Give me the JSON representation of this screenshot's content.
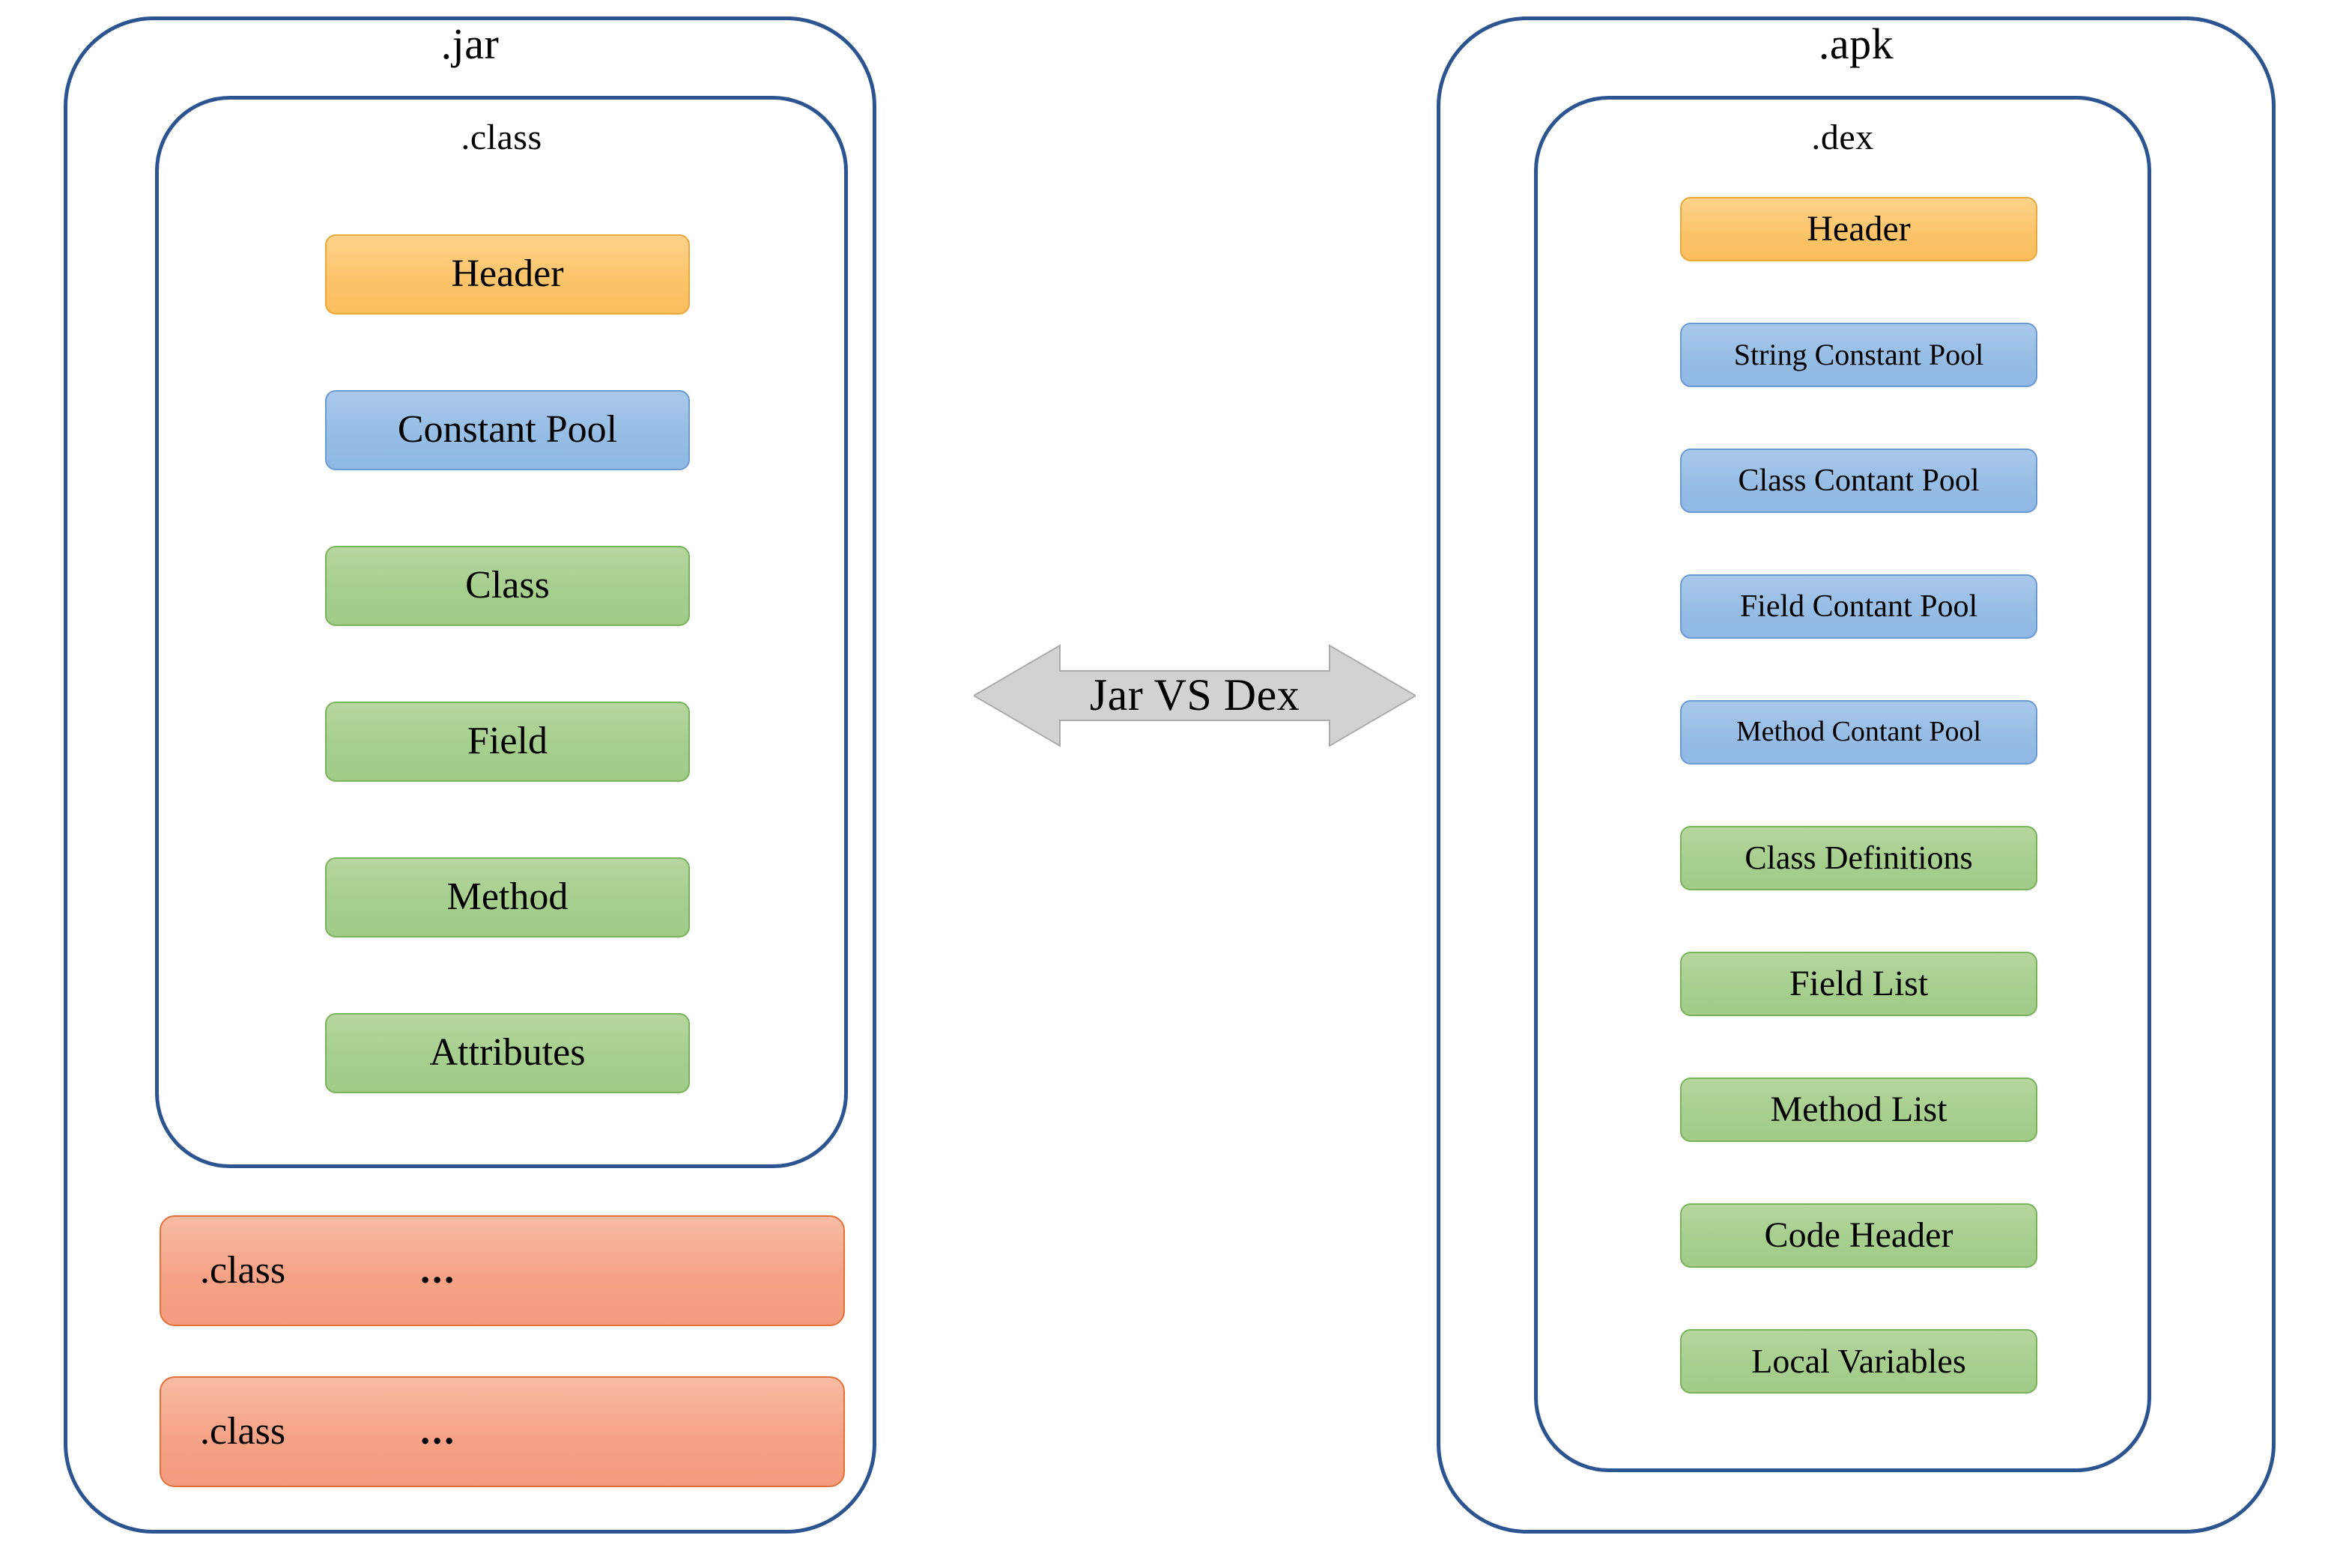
{
  "diagram": {
    "title": "Jar VS Dex",
    "comparison_label": "Jar VS Dex",
    "colors": {
      "container_border": "#2C5490",
      "header_block": "#FBC46A",
      "pool_block": "#96BDE5",
      "structure_block": "#A6CE8D",
      "class_entry_block": "#F6A286",
      "arrow_fill": "#D0D0D0",
      "arrow_stroke": "#A6A6A6",
      "text": "#000000"
    }
  },
  "left_panel": {
    "outer_label": ".jar",
    "inner_label": ".class",
    "sections": [
      {
        "label": "Header",
        "kind": "header"
      },
      {
        "label": "Constant Pool",
        "kind": "pool"
      },
      {
        "label": "Class",
        "kind": "structure"
      },
      {
        "label": "Field",
        "kind": "structure"
      },
      {
        "label": "Method",
        "kind": "structure"
      },
      {
        "label": "Attributes",
        "kind": "structure"
      }
    ],
    "extra_entries": [
      {
        "label": ".class",
        "ellipsis": "..."
      },
      {
        "label": ".class",
        "ellipsis": "..."
      }
    ]
  },
  "right_panel": {
    "outer_label": ".apk",
    "inner_label": ".dex",
    "sections": [
      {
        "label": "Header",
        "kind": "header"
      },
      {
        "label": "String Constant Pool",
        "kind": "pool"
      },
      {
        "label": "Class Contant Pool",
        "kind": "pool"
      },
      {
        "label": "Field Contant Pool",
        "kind": "pool"
      },
      {
        "label": "Method Contant Pool",
        "kind": "pool"
      },
      {
        "label": "Class Definitions",
        "kind": "structure"
      },
      {
        "label": "Field List",
        "kind": "structure"
      },
      {
        "label": "Method List",
        "kind": "structure"
      },
      {
        "label": "Code Header",
        "kind": "structure"
      },
      {
        "label": "Local Variables",
        "kind": "structure"
      }
    ]
  }
}
